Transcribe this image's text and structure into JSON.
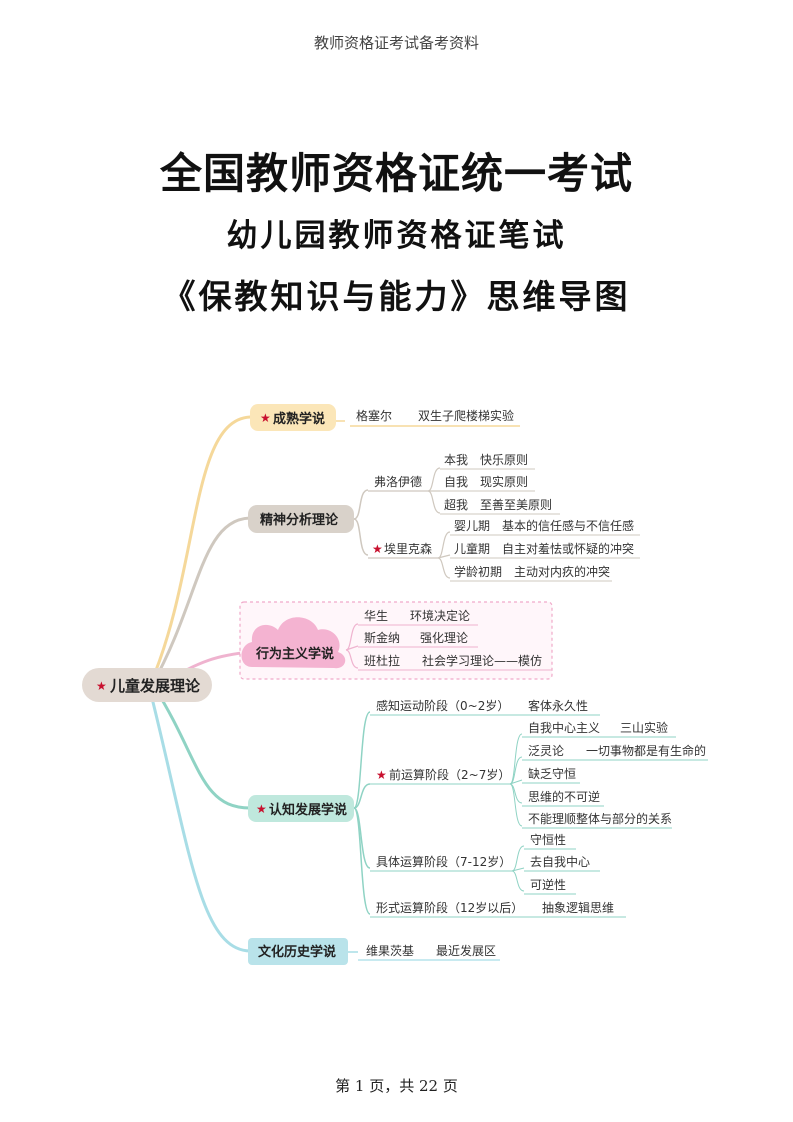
{
  "header": "教师资格证考试备考资料",
  "title_main": "全国教师资格证统一考试",
  "title_sub": "幼儿园教师资格证笔试",
  "title_map": "《保教知识与能力》思维导图",
  "footer": "第 1 页，共 22 页",
  "star_icon": "★",
  "colors": {
    "yellow_branch": "#f5d89a",
    "gray_branch": "#cfc8bf",
    "pink_branch": "#efb3cf",
    "teal_branch": "#8fd3c4",
    "cyan_branch": "#a8dde6"
  },
  "mindmap": {
    "root": "儿童发展理论",
    "maturation": {
      "label": "成熟学说",
      "person": "格塞尔",
      "experiment": "双生子爬楼梯实验"
    },
    "psychoanalysis": {
      "label": "精神分析理论",
      "freud": {
        "name": "弗洛伊德",
        "items": [
          {
            "k": "本我",
            "v": "快乐原则"
          },
          {
            "k": "自我",
            "v": "现实原则"
          },
          {
            "k": "超我",
            "v": "至善至美原则"
          }
        ]
      },
      "erikson": {
        "name": "埃里克森",
        "items": [
          {
            "k": "婴儿期",
            "v": "基本的信任感与不信任感"
          },
          {
            "k": "儿童期",
            "v": "自主对羞怯或怀疑的冲突"
          },
          {
            "k": "学龄初期",
            "v": "主动对内疚的冲突"
          }
        ]
      }
    },
    "behaviorism": {
      "label": "行为主义学说",
      "items": [
        {
          "k": "华生",
          "v": "环境决定论"
        },
        {
          "k": "斯金纳",
          "v": "强化理论"
        },
        {
          "k": "班杜拉",
          "v": "社会学习理论——模仿"
        }
      ]
    },
    "cognitive": {
      "label": "认知发展学说",
      "sensorimotor": {
        "stage": "感知运动阶段（0~2岁）",
        "feature": "客体永久性"
      },
      "preoperational": {
        "stage": "前运算阶段（2~7岁）",
        "items": [
          {
            "k": "自我中心主义",
            "v": "三山实验"
          },
          {
            "k": "泛灵论",
            "v": "一切事物都是有生命的"
          },
          {
            "k": "缺乏守恒",
            "v": ""
          },
          {
            "k": "思维的不可逆",
            "v": ""
          },
          {
            "k": "不能理顺整体与部分的关系",
            "v": ""
          }
        ]
      },
      "concrete": {
        "stage": "具体运算阶段（7-12岁）",
        "items": [
          "守恒性",
          "去自我中心",
          "可逆性"
        ]
      },
      "formal": {
        "stage": "形式运算阶段（12岁以后）",
        "feature": "抽象逻辑思维"
      }
    },
    "sociocultural": {
      "label": "文化历史学说",
      "person": "维果茨基",
      "concept": "最近发展区"
    }
  }
}
